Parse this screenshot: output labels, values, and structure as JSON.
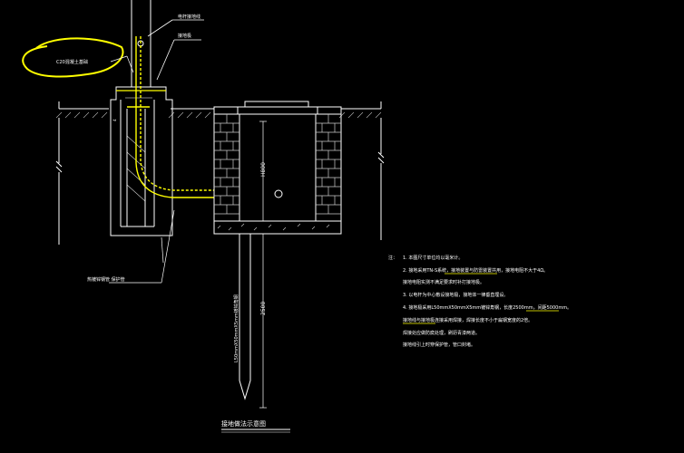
{
  "labels": {
    "pole_label": "电杆接地线",
    "ground_rod_label": "接地极",
    "annot_circled": "C20混凝土基础",
    "pipe_label": "热镀锌钢管 保护管",
    "depth_upper": "H800",
    "depth_lower": "2500",
    "rod_vertical": "L50mmX50mmX5mm镀锌角钢",
    "drawing_title": "接地做法示意图",
    "small_dim": "4"
  },
  "notes": {
    "heading": "注：",
    "lines": [
      "1. 本图尺寸单位均以毫米计。",
      "2. 接地采用TN-S系统，接地装置与防雷装置共用，接地电阻不大于4Ω。",
      "   接地电阻实测不满足要求时补打接地极。",
      "3. 以电杆为中心敷设接地极，接地体一律垂直埋设。",
      "4. 接地极采用L50mmX50mmX5mm镀锌角钢，长度2500mm，间距5000mm。",
      "   接地线与接地极连接采用焊接，焊接长度不小于扁钢宽度的2倍。",
      "   焊接处应做防腐处理，刷沥青漆两道。",
      "   接地线引上时穿保护管，管口封堵。"
    ]
  },
  "colors": {
    "background": "#000000",
    "lines": "#ffffff",
    "highlight": "#ffff00",
    "hatch": "#cccccc"
  }
}
